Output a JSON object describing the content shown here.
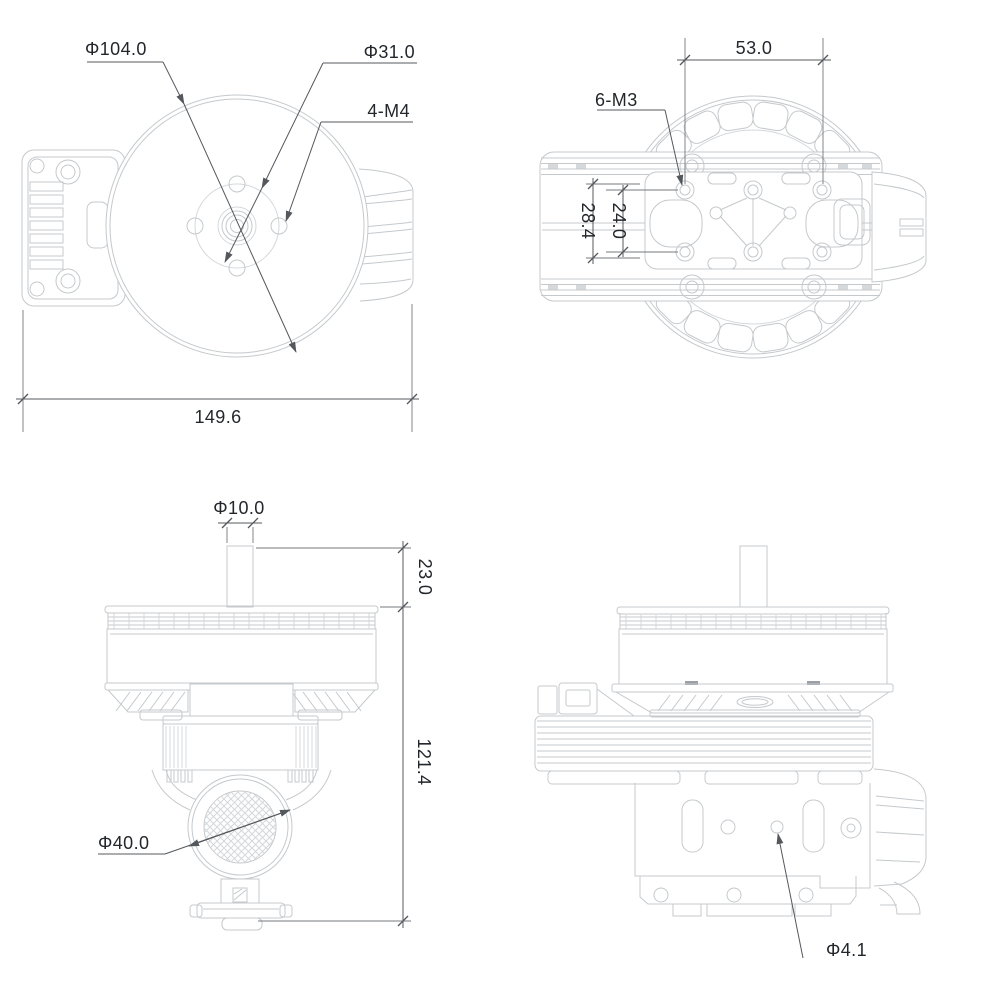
{
  "drawing_type": "motor-dimension-drawing",
  "colors": {
    "background": "#ffffff",
    "geometry_line": "#c5c9cc",
    "dimension_line": "#54585d",
    "label_text": "#23272b",
    "accent_fill": "#9aa0a6"
  },
  "views": {
    "top_front": {
      "dims": {
        "outer_dia": "Φ104.0",
        "bolt_circle_dia": "Φ31.0",
        "prop_mount_holes": "4-M4",
        "overall_width": "149.6"
      }
    },
    "top_back": {
      "dims": {
        "mount_hole_span": "53.0",
        "mount_holes": "6-M3",
        "mount_pitch_v": "24.0",
        "mount_span_v": "28.4"
      }
    },
    "bottom_side": {
      "dims": {
        "shaft_dia": "Φ10.0",
        "shaft_len": "23.0",
        "overall_height": "121.4",
        "gimbal_dia": "Φ40.0"
      }
    },
    "bottom_mount_side": {
      "dims": {
        "bracket_hole_dia": "Φ4.1"
      }
    }
  }
}
